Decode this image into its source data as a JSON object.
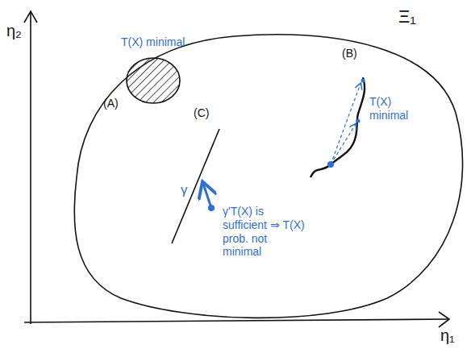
{
  "diagram": {
    "labels": [
      "η₂",
      "Ξ₁",
      "T(X) minimal",
      "(A)",
      "(B)",
      "T(X) minimal",
      "(C)",
      "γ",
      "γ'T(X) is sufficient ⇒ T(X) prob. not minimal",
      "η₁"
    ]
  }
}
